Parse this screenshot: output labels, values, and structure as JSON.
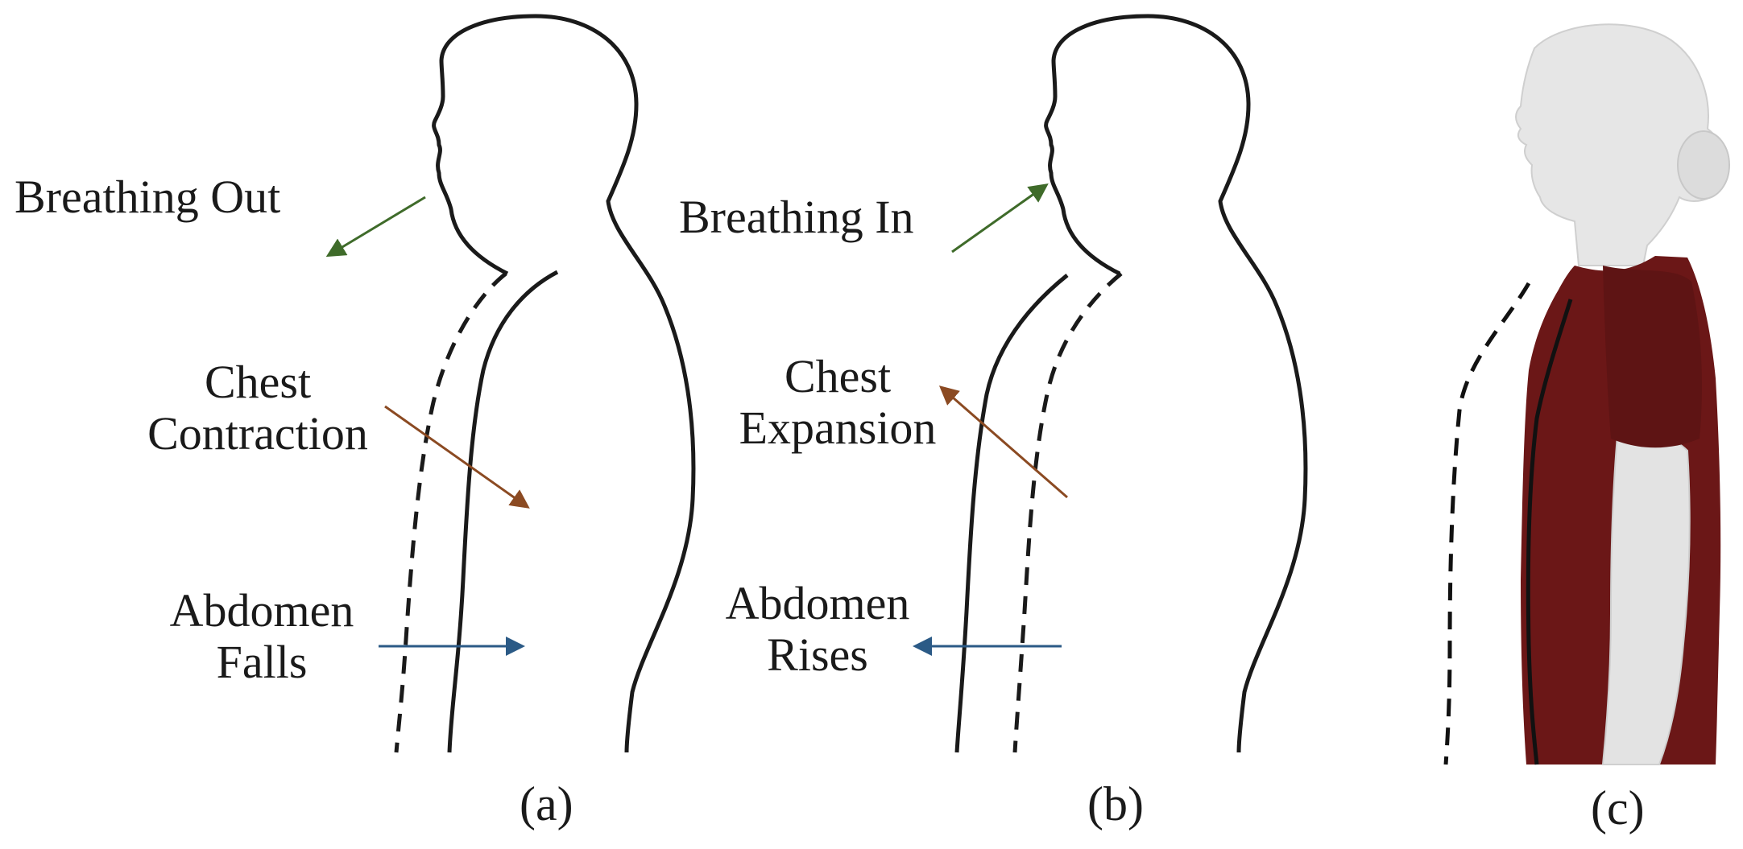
{
  "panels": {
    "a": {
      "caption": "(a)",
      "breath_label": "Breathing Out",
      "chest_label": [
        "Chest",
        "Contraction"
      ],
      "abdomen_label": [
        "Abdomen",
        "Falls"
      ]
    },
    "b": {
      "caption": "(b)",
      "breath_label": "Breathing In",
      "chest_label": [
        "Chest",
        "Expansion"
      ],
      "abdomen_label": [
        "Abdomen",
        "Rises"
      ]
    },
    "c": {
      "caption": "(c)"
    }
  },
  "colors": {
    "breath_arrow": "#3f6b2a",
    "chest_arrow": "#8b4a22",
    "abdomen_arrow": "#2b5a86",
    "outline": "#1a1a1a",
    "shirt": "#6b1717",
    "mannequin": "#e6e6e6"
  }
}
